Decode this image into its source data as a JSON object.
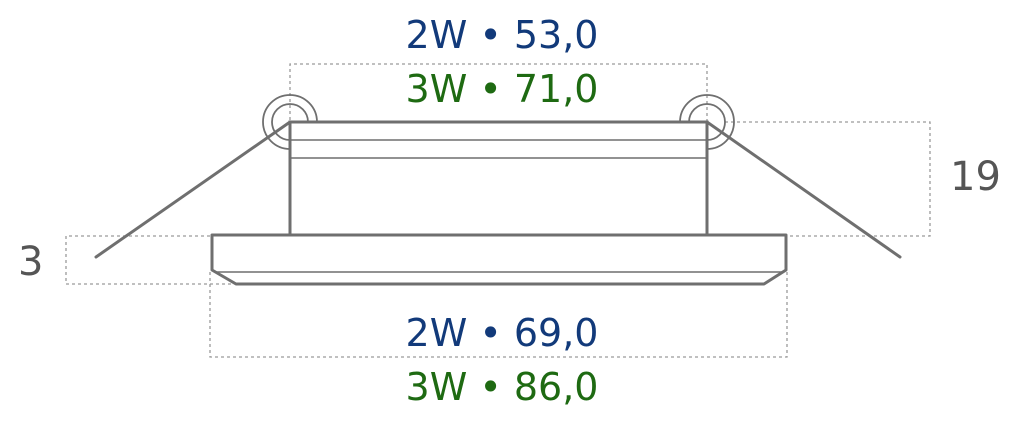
{
  "colors": {
    "line": "#6f6f6f",
    "dashed": "#9a9a9a",
    "blue": "#123a7a",
    "green": "#1e6a12",
    "text_gray": "#555555"
  },
  "top_dimension": {
    "line1": "2W • 53,0",
    "line2": "3W • 71,0"
  },
  "bottom_dimension": {
    "line1": "2W • 69,0",
    "line2": "3W • 86,0"
  },
  "height_dimension": "19",
  "rim_dimension": "3"
}
